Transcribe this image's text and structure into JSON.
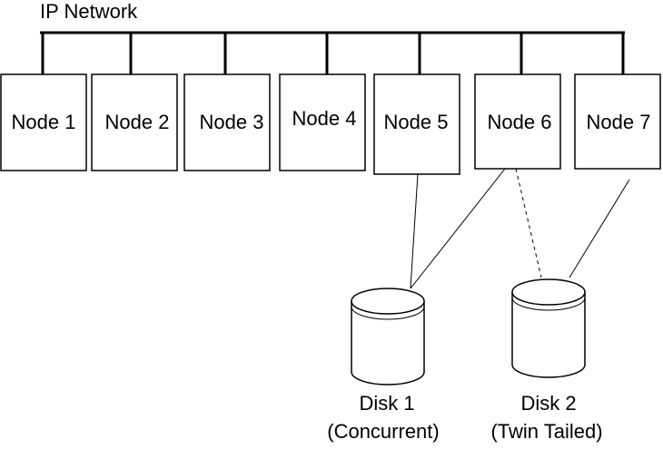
{
  "network": {
    "label": "IP Network"
  },
  "nodes": [
    {
      "label": "Node 1"
    },
    {
      "label": "Node 2"
    },
    {
      "label": "Node 3"
    },
    {
      "label": "Node 4"
    },
    {
      "label": "Node 5"
    },
    {
      "label": "Node 6"
    },
    {
      "label": "Node 7"
    }
  ],
  "disks": [
    {
      "name": "Disk 1",
      "type": "(Concurrent)"
    },
    {
      "name": "Disk 2",
      "type": "(Twin Tailed)"
    }
  ],
  "connections": [
    {
      "from": "Node 5",
      "to": "Disk 1",
      "style": "solid"
    },
    {
      "from": "Node 6",
      "to": "Disk 1",
      "style": "solid"
    },
    {
      "from": "Node 6",
      "to": "Disk 2",
      "style": "dashed"
    },
    {
      "from": "Node 7",
      "to": "Disk 2",
      "style": "solid"
    }
  ],
  "colors": {
    "stroke": "#000000",
    "background": "#ffffff"
  }
}
